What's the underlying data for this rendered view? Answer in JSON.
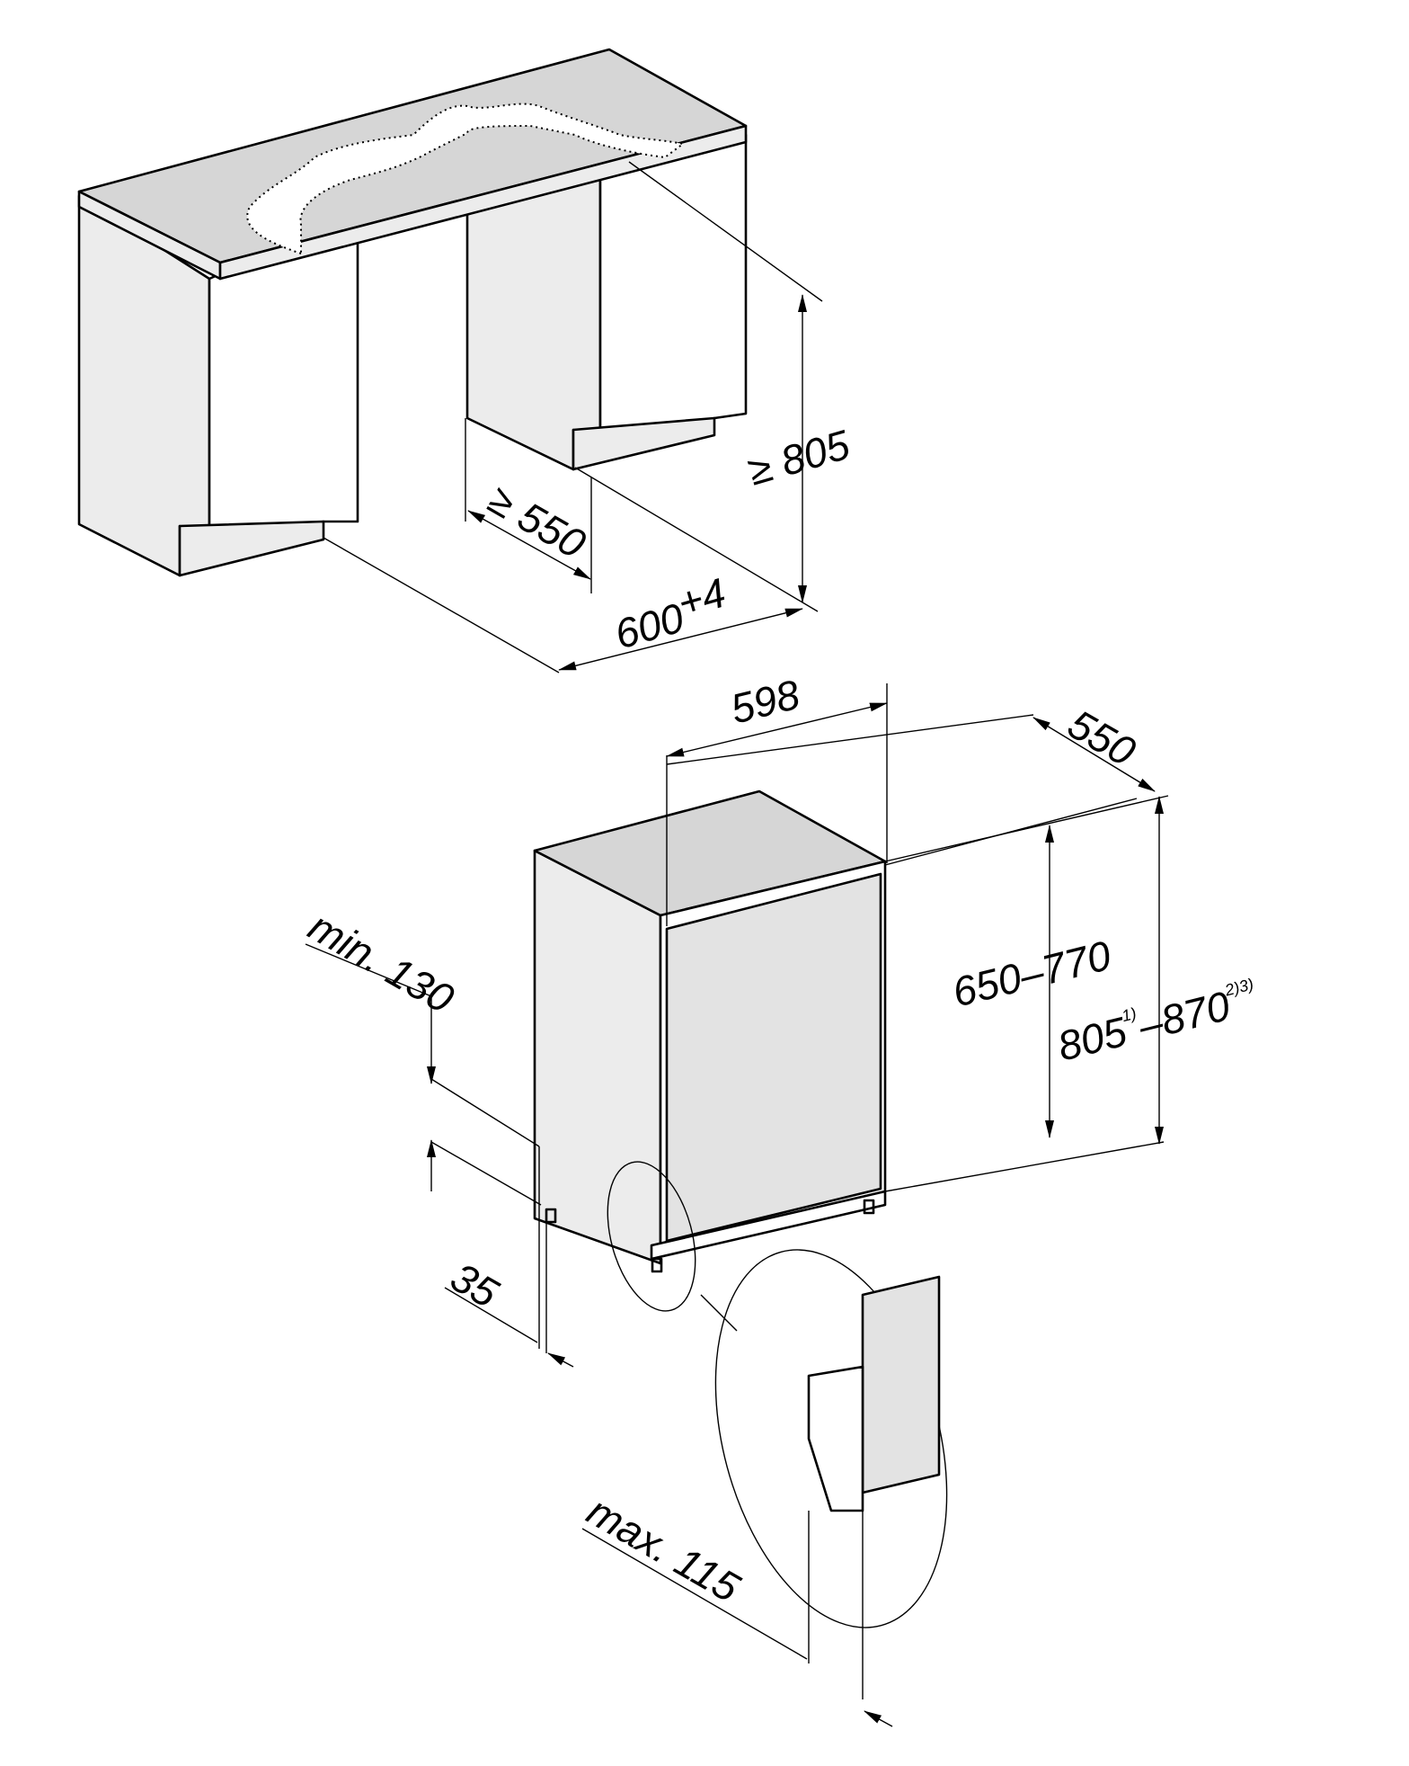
{
  "dimensions": {
    "niche_height": "≥ 805",
    "niche_depth": "≥ 550",
    "niche_width_base": "600",
    "niche_width_tolerance": "+4",
    "appliance_width": "598",
    "appliance_depth": "550",
    "door_height": "650–770",
    "height_min": "805",
    "height_min_note": "1)",
    "height_max": "–870",
    "height_max_note": "2)3)",
    "plinth_height": "min. 130",
    "plinth_depth": "35",
    "door_offset": "max. 115"
  }
}
